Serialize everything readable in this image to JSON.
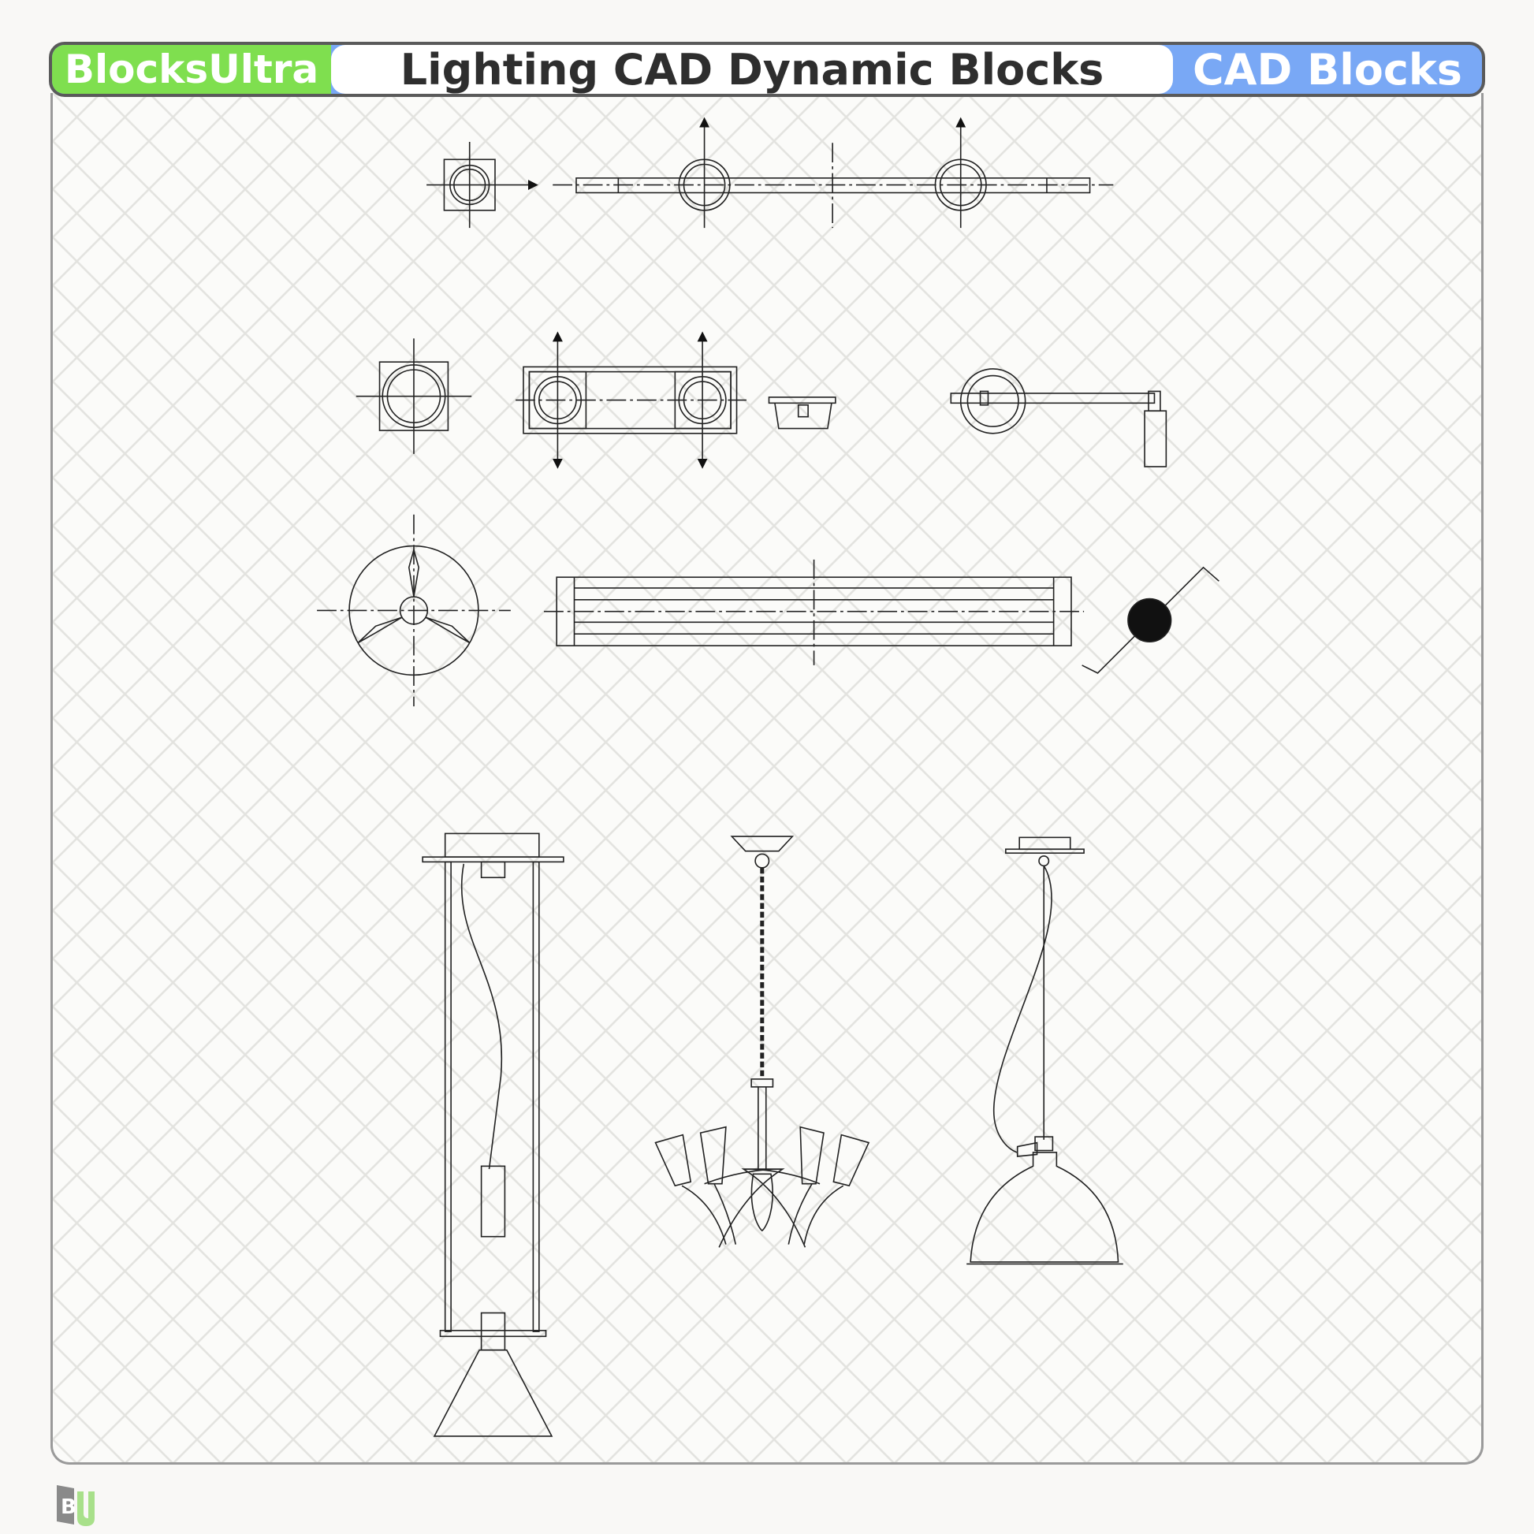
{
  "header": {
    "brand": "BlocksUltra",
    "title": "Lighting CAD Dynamic Blocks",
    "category": "CAD Blocks"
  },
  "colors": {
    "brand_green": "#7fdf4f",
    "category_blue": "#79a8f5",
    "border": "#5a5a5a",
    "line": "#222222"
  },
  "logo": {
    "text": "BU"
  },
  "blocks": [
    "track-light-plan",
    "recessed-light-plan",
    "double-recessed-plan",
    "downlight-elevation",
    "swing-arm-wall-light",
    "ceiling-fan-plan",
    "linear-fluorescent-plan",
    "wall-sconce-symbol",
    "tube-pendant-elevation",
    "chandelier-elevation",
    "dome-pendant-elevation"
  ]
}
